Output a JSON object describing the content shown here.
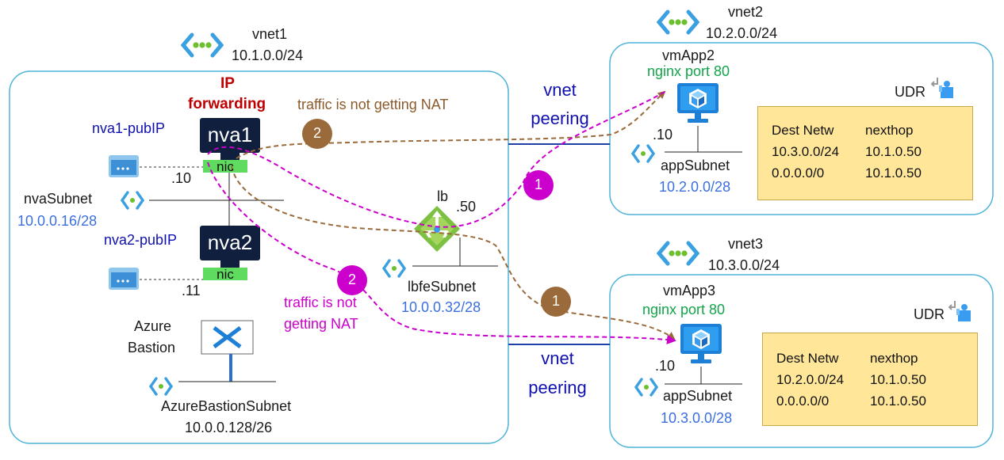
{
  "vnet1": {
    "name": "vnet1",
    "cidr": "10.1.0.0/24",
    "ip_forwarding_line1": "IP",
    "ip_forwarding_line2": "forwarding",
    "nva1": {
      "name": "nva1",
      "nic": "nic",
      "ip": ".10",
      "pubip": "nva1-pubIP"
    },
    "nva2": {
      "name": "nva2",
      "nic": "nic",
      "ip": ".11",
      "pubip": "nva2-pubIP"
    },
    "nva_subnet": {
      "name": "nvaSubnet",
      "cidr": "10.0.0.16/28"
    },
    "lb": {
      "name": "lb",
      "ip": ".50"
    },
    "lbfe_subnet": {
      "name": "lbfeSubnet",
      "cidr": "10.0.0.32/28"
    },
    "bastion": {
      "line1": "Azure",
      "line2": "Bastion"
    },
    "bastion_subnet": {
      "name": "AzureBastionSubnet",
      "cidr": "10.0.0.128/26"
    }
  },
  "vnet2": {
    "name": "vnet2",
    "cidr": "10.2.0.0/24",
    "vm": {
      "name": "vmApp2",
      "service": "nginx port 80",
      "ip": ".10"
    },
    "subnet": {
      "name": "appSubnet",
      "cidr": "10.2.0.0/28"
    },
    "udr": {
      "label": "UDR",
      "header": [
        "Dest Netw",
        "nexthop"
      ],
      "rows": [
        [
          "10.3.0.0/24",
          "10.1.0.50"
        ],
        [
          "0.0.0.0/0",
          "10.1.0.50"
        ]
      ]
    }
  },
  "vnet3": {
    "name": "vnet3",
    "cidr": "10.3.0.0/24",
    "vm": {
      "name": "vmApp3",
      "service": "nginx port 80",
      "ip": ".10"
    },
    "subnet": {
      "name": "appSubnet",
      "cidr": "10.3.0.0/28"
    },
    "udr": {
      "label": "UDR",
      "header": [
        "Dest Netw",
        "nexthop"
      ],
      "rows": [
        [
          "10.2.0.0/24",
          "10.1.0.50"
        ],
        [
          "0.0.0.0/0",
          "10.1.0.50"
        ]
      ]
    }
  },
  "peering_top": {
    "line1": "vnet",
    "line2": "peering"
  },
  "peering_bottom": {
    "line1": "vnet",
    "line2": "peering"
  },
  "annotations": {
    "brown_note": "traffic is not getting NAT",
    "magenta_note_line1": "traffic is not",
    "magenta_note_line2": "getting NAT",
    "brown_badge_top": "2",
    "magenta_badge_top": "1",
    "magenta_badge_bottom": "2",
    "brown_badge_bottom": "1"
  },
  "colors": {
    "vnet_border": "#4fb3d9",
    "peering_line": "#1f3fa8",
    "brown_flow": "#9b6a3a",
    "magenta_flow": "#cc00cc",
    "nva_body": "#0f1f3d",
    "nic_fill": "#5fdc5f",
    "udr_fill": "#ffe699",
    "vm_blue": "#1e7fd6"
  }
}
